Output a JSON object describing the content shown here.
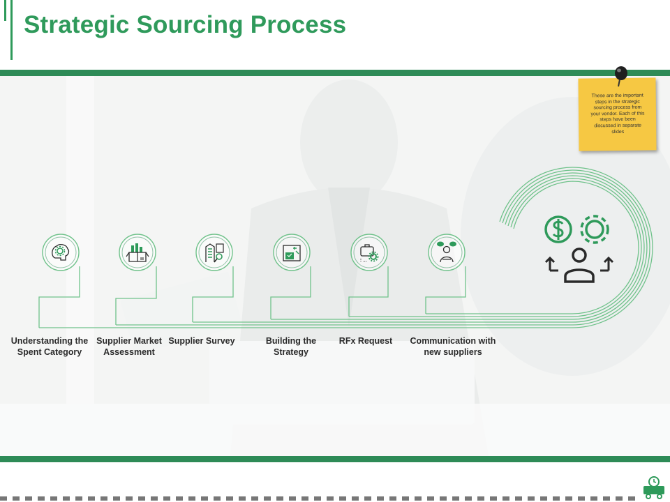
{
  "slide": {
    "title": "Strategic Sourcing Process",
    "note_text": "These are the important steps in the strategic sourcing process from your vendor. Each of this steps have been discussed in separate slides",
    "accent_color": "#2e8b57",
    "title_color": "#2f9a5b",
    "note_color": "#f6c843"
  },
  "steps": [
    {
      "label": "Understanding the Spent Category",
      "icon": "brain-gear-icon"
    },
    {
      "label": "Supplier Market Assessment",
      "icon": "market-box-icon"
    },
    {
      "label": "Supplier Survey",
      "icon": "building-search-icon"
    },
    {
      "label": "Building the Strategy",
      "icon": "strategy-board-icon"
    },
    {
      "label": "RFx Request",
      "icon": "briefcase-gear-icon"
    },
    {
      "label": "Communication with new suppliers",
      "icon": "person-speech-icon"
    }
  ],
  "center_icon": "dollar-gear-person-icon",
  "footer_icon": "truck-clock-icon"
}
